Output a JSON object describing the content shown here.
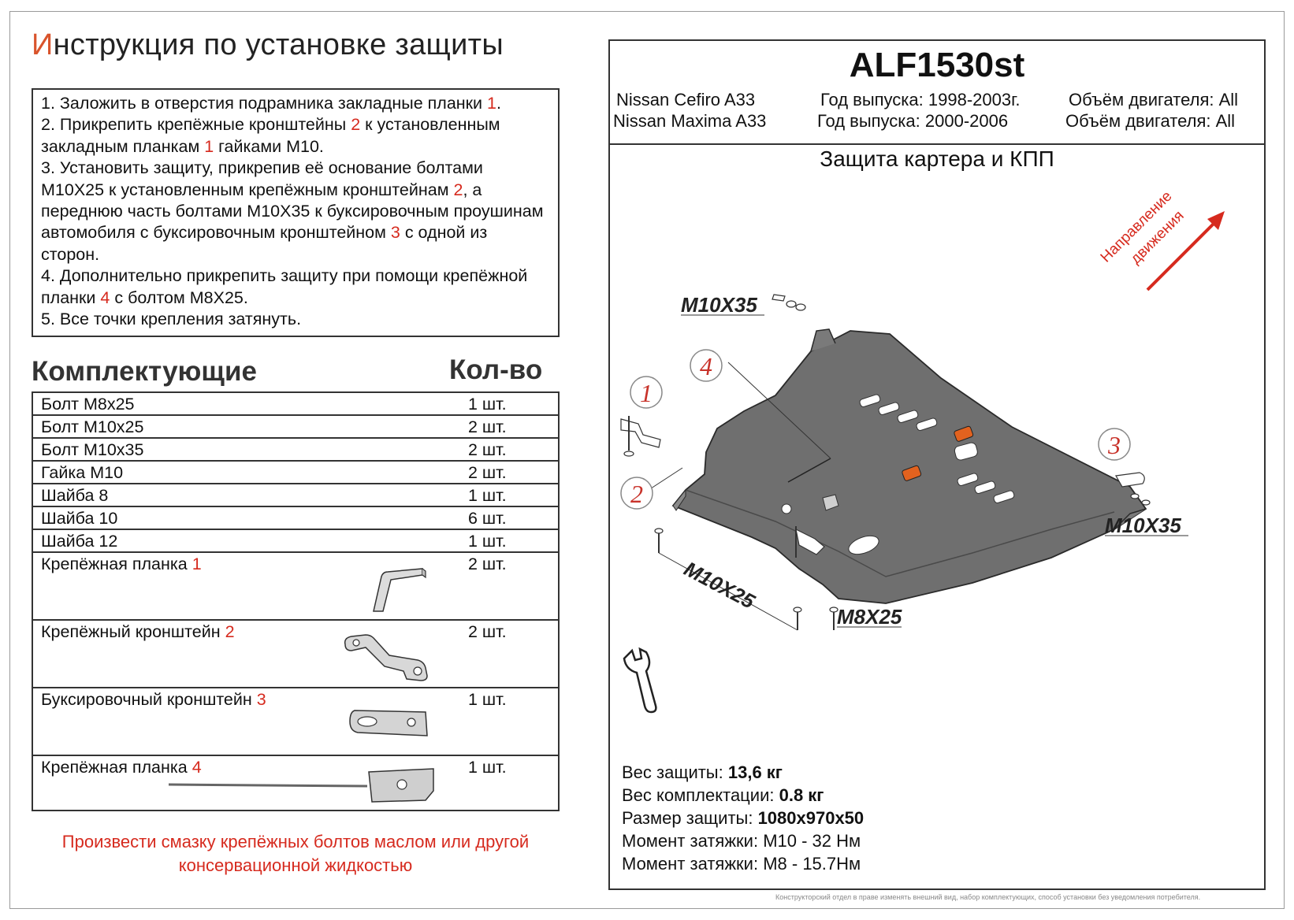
{
  "title": {
    "first_letter": "И",
    "rest": "нструкция по установке защиты"
  },
  "steps": [
    {
      "text_a": "1.   Заложить в отверстия подрамника закладные планки ",
      "ref": "1",
      "text_b": "."
    },
    {
      "text_a": "2.   Прикрепить крепёжные кронштейны ",
      "ref": "2",
      "text_b": " к установленным закладным планкам ",
      "ref2": "1",
      "text_c": " гайками М10."
    },
    {
      "text_a": "3.   Установить защиту, прикрепив её основание болтами М10Х25 к установленным крепёжным кронштейнам ",
      "ref": "2",
      "text_b": ", а переднюю часть болтами М10Х35 к буксировочным проушинам автомобиля с буксировочным кронштейном ",
      "ref2": "3",
      "text_c": " с одной из сторон."
    },
    {
      "text_a": "4.   Дополнительно прикрепить защиту при помощи крепёжной планки ",
      "ref": "4",
      "text_b": " с болтом М8Х25."
    },
    {
      "text_a": "5.   Все точки крепления затянуть.",
      "ref": "",
      "text_b": ""
    }
  ],
  "parts_heading": "Комплектующие",
  "qty_heading": "Кол-во",
  "parts": [
    {
      "name": "Болт М8х25",
      "ref": "",
      "qty": "1 шт."
    },
    {
      "name": "Болт М10х25",
      "ref": "",
      "qty": "2 шт."
    },
    {
      "name": "Болт М10х35",
      "ref": "",
      "qty": "2 шт."
    },
    {
      "name": "Гайка М10",
      "ref": "",
      "qty": "2 шт."
    },
    {
      "name": "Шайба 8",
      "ref": "",
      "qty": "1 шт."
    },
    {
      "name": "Шайба 10",
      "ref": "",
      "qty": "6 шт."
    },
    {
      "name": "Шайба 12",
      "ref": "",
      "qty": "1 шт."
    },
    {
      "name": "Крепёжная планка ",
      "ref": "1",
      "qty": "2 шт."
    },
    {
      "name": "Крепёжный кронштейн ",
      "ref": "2",
      "qty": "2 шт."
    },
    {
      "name": "Буксировочный кронштейн ",
      "ref": "3",
      "qty": "1 шт."
    },
    {
      "name": "Крепёжная планка ",
      "ref": "4",
      "qty": "1 шт."
    }
  ],
  "grease_note": "Произвести смазку крепёжных болтов маслом или другой консервационной жидкостью",
  "product": {
    "code": "ALF1530st",
    "cars": [
      {
        "model": "Nissan Cefiro A33",
        "year": "Год выпуска: 1998-2003г.",
        "engine": "Объём двигателя: All"
      },
      {
        "model": "Nissan Maxima A33",
        "year": "Год выпуска: 2000-2006",
        "engine": "Объём двигателя: All"
      }
    ],
    "section_title": "Защита картера и КПП"
  },
  "diagram": {
    "direction_label_1": "Направление",
    "direction_label_2": "движения",
    "bolt_labels": [
      "M10X35",
      "M10X35",
      "M10X25",
      "M8X25"
    ],
    "callouts": [
      "1",
      "2",
      "3",
      "4"
    ],
    "colors": {
      "accent_red": "#d62a1e",
      "plate_gray": "#6f6f6f",
      "callout_red": "#c8322a"
    }
  },
  "specs": [
    {
      "label": "Вес защиты: ",
      "value": "13,6 кг"
    },
    {
      "label": "Вес комплектации: ",
      "value": "0.8 кг"
    },
    {
      "label": "Размер защиты: ",
      "value": "1080х970х50"
    },
    {
      "label": "Момент затяжки:  ",
      "value": "М10 - 32 Нм",
      "plain": true
    },
    {
      "label": "Момент затяжки:  ",
      "value": "М8 - 15.7Нм",
      "plain": true
    }
  ],
  "disclaimer": "Конструкторский отдел в праве изменять внешний вид, набор комплектующих, способ установки без уведомления потребителя."
}
